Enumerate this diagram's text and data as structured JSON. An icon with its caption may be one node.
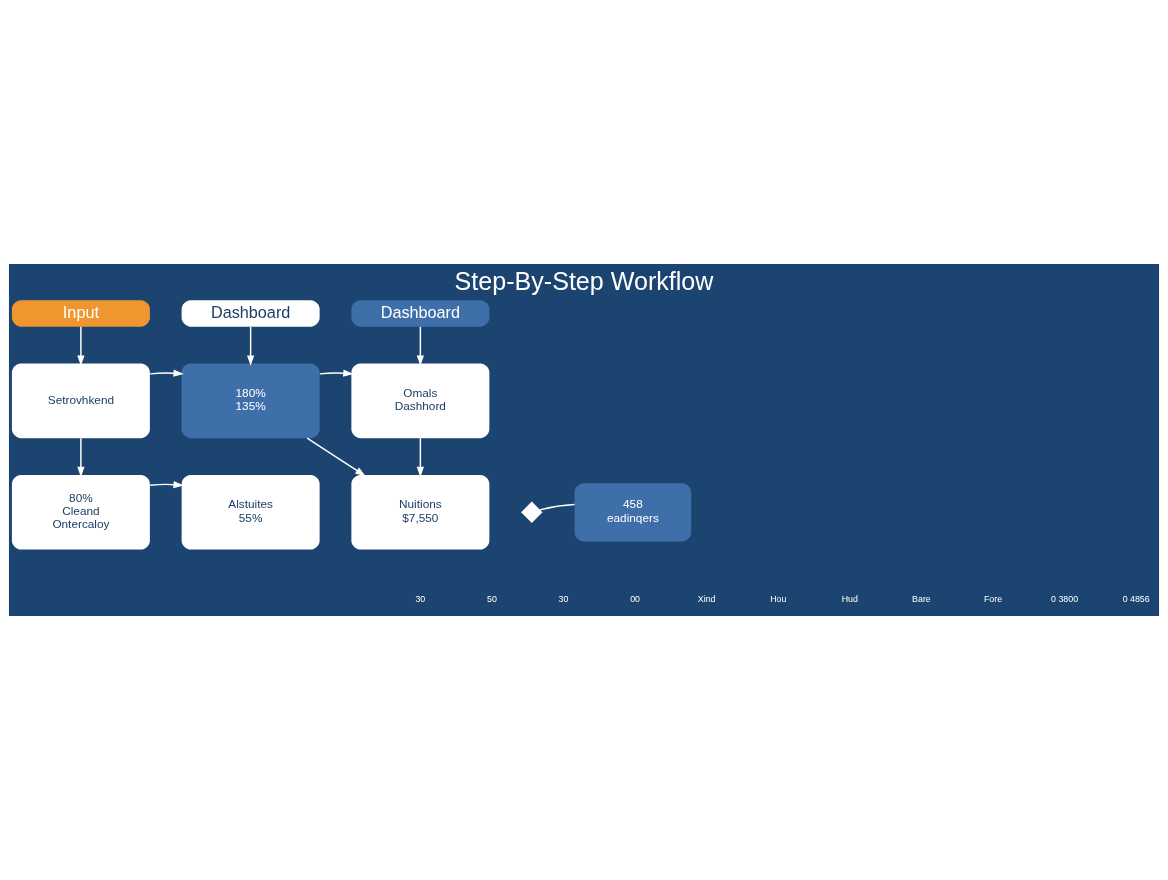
{
  "diagram": {
    "title": "Step-By-Step Workflow",
    "nodes": [
      {
        "text": [
          "Input"
        ]
      },
      {
        "text": [
          "Dashboard"
        ]
      },
      {
        "text": [
          "Dashboard"
        ]
      },
      {
        "text": [
          "Setrovhkend"
        ]
      },
      {
        "text": [
          "180%",
          "135%"
        ]
      },
      {
        "text": [
          "Omals",
          "Dashhord"
        ]
      },
      {
        "text": [
          "80%",
          "Cleand",
          "Ontercaloy"
        ]
      },
      {
        "text": [
          "Alstuites",
          "55%"
        ]
      },
      {
        "text": [
          "Nuitions",
          "$7,550"
        ]
      },
      {
        "text": [
          "458",
          "eadinqers"
        ]
      },
      {
        "text": [],
        "shape": "diamond"
      }
    ],
    "edges": [
      {
        "from": 0,
        "to": 3,
        "arrow": "to"
      },
      {
        "from": 1,
        "to": 4,
        "arrow": "to"
      },
      {
        "from": 2,
        "to": 5,
        "arrow": "to"
      },
      {
        "from": 3,
        "to": 4,
        "arrow": "to"
      },
      {
        "from": 4,
        "to": 5,
        "arrow": "to"
      },
      {
        "from": 3,
        "to": 6,
        "arrow": "to"
      },
      {
        "from": 6,
        "to": 7,
        "arrow": "to"
      },
      {
        "from": 4,
        "to": 8,
        "arrow": "to"
      },
      {
        "from": 5,
        "to": 8,
        "arrow": "to"
      },
      {
        "from": 10,
        "to": 9,
        "arrow": "none"
      }
    ],
    "labels": [
      "30",
      "50",
      "30",
      "00",
      "Xind",
      "Hou",
      "Hud",
      "Bare",
      "Fore",
      "0 3800",
      "0 4856"
    ]
  }
}
